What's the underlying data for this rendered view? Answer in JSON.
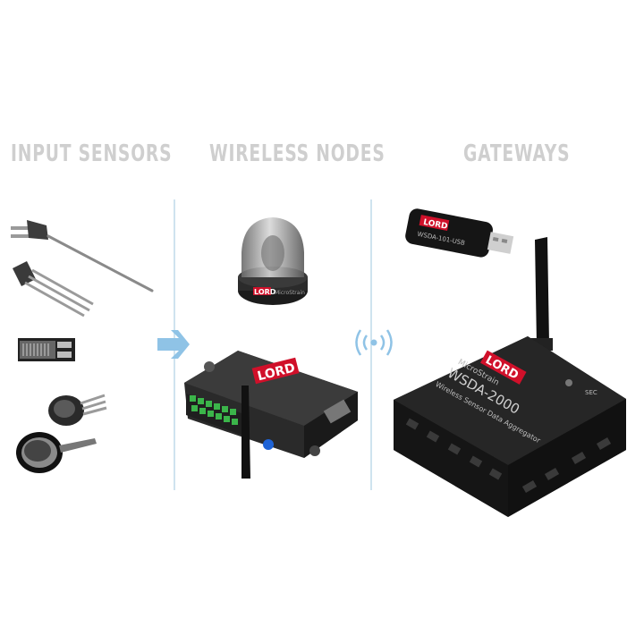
{
  "columns": [
    {
      "heading": "INPUT SENSORS"
    },
    {
      "heading": "WIRELESS NODES"
    },
    {
      "heading": "GATEWAYS"
    }
  ],
  "products": {
    "node_logo": "LORD",
    "node_small_text": "MicroStrain",
    "usb_logo": "LORD",
    "usb_model": "WSDA-101-USB",
    "gateway_logo": "LORD",
    "gateway_brand": "MicroStrain",
    "gateway_model": "WSDA-2000",
    "gateway_desc": "Wireless Sensor Data Aggregator",
    "gateway_port_label": "SEC"
  },
  "colors": {
    "heading": "#cfcfcf",
    "arrow": "#8fc3e6",
    "divider": "#cfe3ef",
    "brand_red": "#d0102a"
  }
}
